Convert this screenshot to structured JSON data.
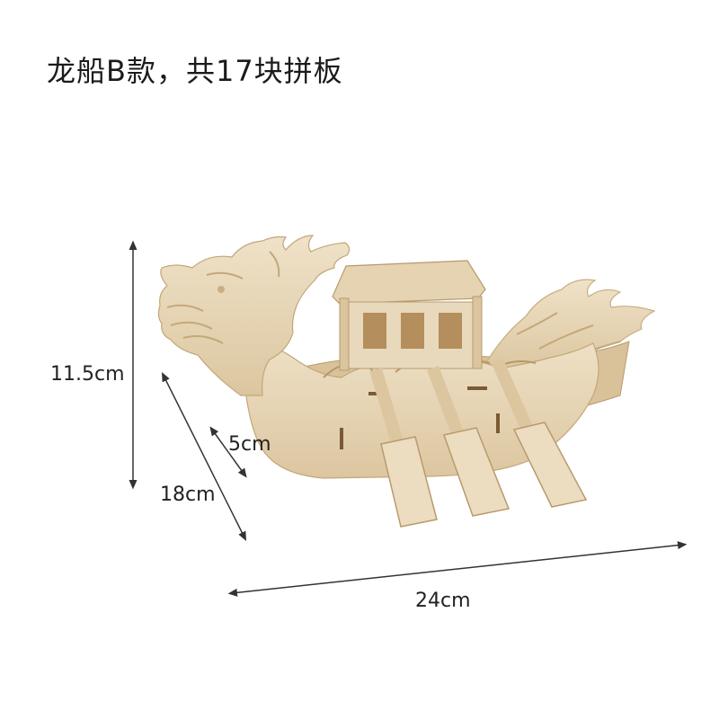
{
  "title": "龙船B款，共17块拼板",
  "dimensions": {
    "height": "11.5cm",
    "depth_small": "5cm",
    "depth": "18cm",
    "length": "24cm"
  },
  "colors": {
    "wood_light": "#eadbc0",
    "wood_mid": "#dcc7a4",
    "wood_dark": "#b99a6c",
    "slot": "#7a5a35",
    "line": "#333333"
  }
}
